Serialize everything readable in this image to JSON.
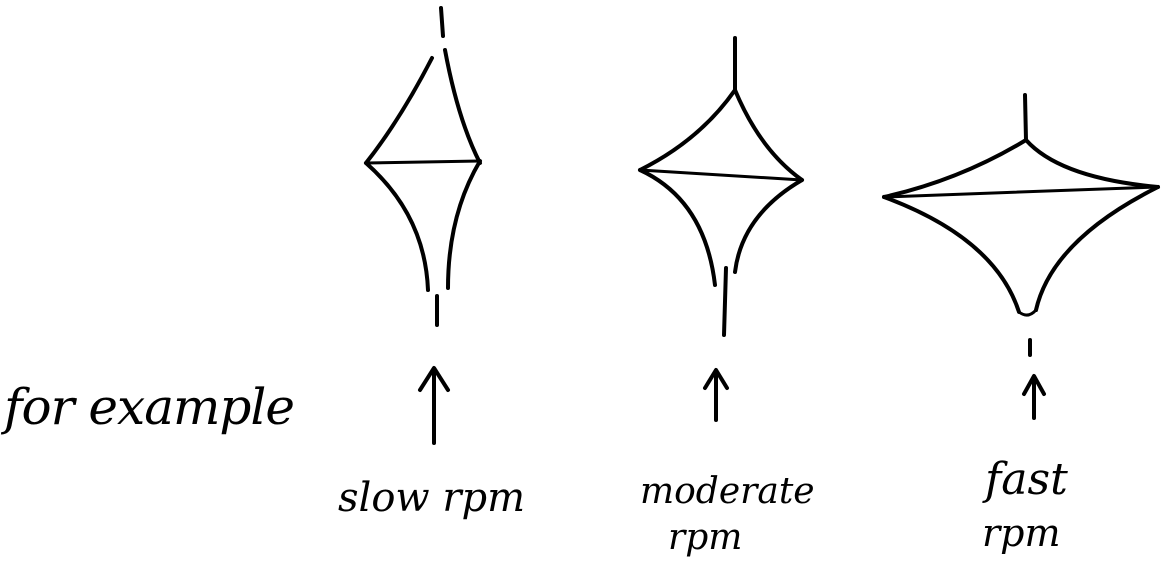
{
  "intro_text": "for example",
  "shapes": [
    {
      "id": "slow",
      "label_lines": [
        "slow rpm"
      ]
    },
    {
      "id": "moderate",
      "label_lines": [
        "moderate",
        "rpm"
      ]
    },
    {
      "id": "fast",
      "label_lines": [
        "fast",
        "rpm"
      ]
    }
  ],
  "colors": {
    "ink": "#000000",
    "paper": "#ffffff"
  }
}
